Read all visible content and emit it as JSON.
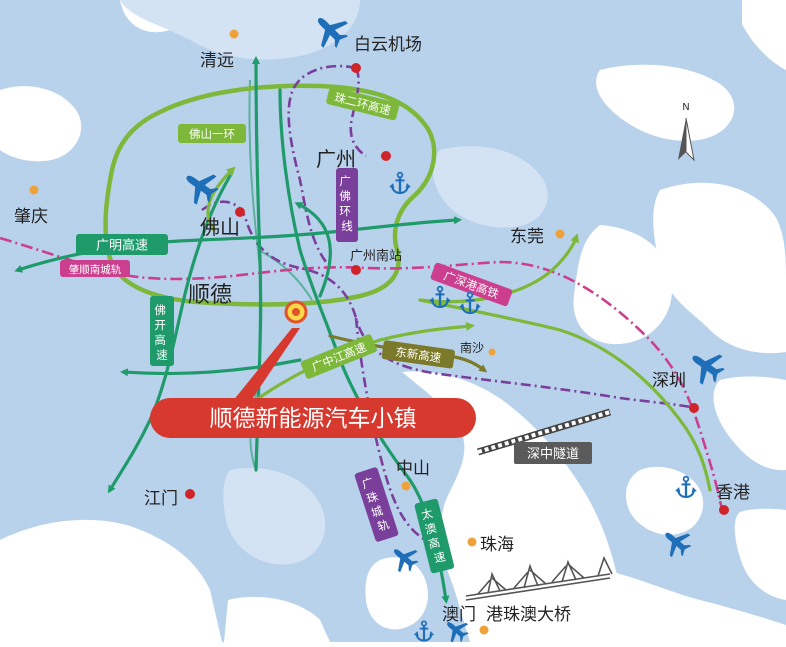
{
  "colors": {
    "land": "#b9d2ec",
    "land_light": "#d4e3f4",
    "water": "#ffffff",
    "green": "#7db83a",
    "teal": "#1f9a6b",
    "purple": "#7a3f9a",
    "pink": "#cc3f8e",
    "olive": "#7b7a2a",
    "plane": "#1f6fb8",
    "dot_red": "#d0242b",
    "dot_orange": "#f0a23a",
    "banner": "#d8392f"
  },
  "cities": {
    "qingyuan": "清远",
    "baiyun_airport": "白云机场",
    "zhaoqing": "肇庆",
    "guangzhou": "广州",
    "foshan": "佛山",
    "dongguan": "东莞",
    "guangzhou_south": "广州南站",
    "shunde": "顺德",
    "nansha": "南沙",
    "shenzhen": "深圳",
    "jiangmen": "江门",
    "zhongshan": "中山",
    "zhuhai": "珠海",
    "hongkong": "香港",
    "macau": "澳门"
  },
  "roads": {
    "zhuer_ring": "珠二环高速",
    "foshan_ring1": "佛山一环",
    "guangfo_ring": "广佛环线",
    "guangming": "广明高速",
    "zhaoshun": "肇顺南城轨",
    "guangshengang": "广深港高铁",
    "fokai": "佛开高速",
    "guangzhongjiang": "广中江高速",
    "dongxin": "东新高速",
    "guangzhu_rail": "广珠城轨",
    "taiao": "太澳高速",
    "shenzhong_tunnel": "深中隧道",
    "hzm_bridge": "港珠澳大桥"
  },
  "banner": {
    "title": "顺德新能源汽车小镇"
  },
  "compass": {
    "label": "N"
  }
}
